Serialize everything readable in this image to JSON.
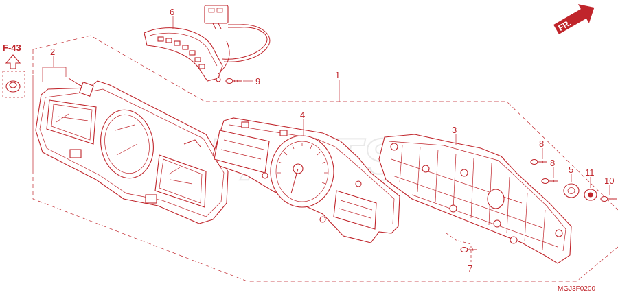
{
  "diagram": {
    "reference": "F-43",
    "direction": "FR.",
    "code": "MGJ3F0200",
    "watermark": "PARTS",
    "callouts": [
      {
        "id": "1",
        "label": "1"
      },
      {
        "id": "2",
        "label": "2"
      },
      {
        "id": "3",
        "label": "3"
      },
      {
        "id": "4",
        "label": "4"
      },
      {
        "id": "5",
        "label": "5"
      },
      {
        "id": "6",
        "label": "6"
      },
      {
        "id": "7",
        "label": "7"
      },
      {
        "id": "8a",
        "label": "8"
      },
      {
        "id": "8b",
        "label": "8"
      },
      {
        "id": "9",
        "label": "9"
      },
      {
        "id": "10",
        "label": "10"
      },
      {
        "id": "11",
        "label": "11"
      }
    ]
  }
}
